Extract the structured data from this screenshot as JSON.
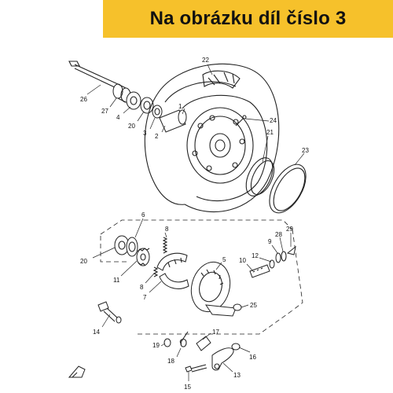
{
  "banner": {
    "text": "Na obrázku díl číslo 3",
    "color": "#f6c12b"
  },
  "part_labels": [
    "1",
    "2",
    "3",
    "4",
    "5",
    "6",
    "7",
    "8",
    "8",
    "9",
    "10",
    "11",
    "12",
    "13",
    "14",
    "15",
    "16",
    "17",
    "18",
    "19",
    "20",
    "20",
    "21",
    "22",
    "23",
    "24",
    "25",
    "26",
    "27",
    "28",
    "29"
  ]
}
